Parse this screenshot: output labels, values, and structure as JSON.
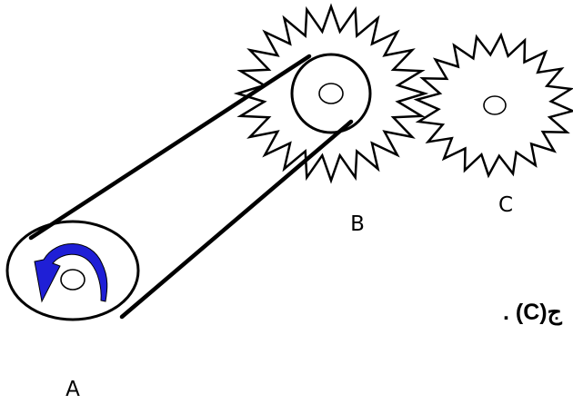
{
  "labels": {
    "pulley_a": "A",
    "gear_b": "B",
    "gear_c": "C"
  },
  "caption_fragment": ". (C)ج",
  "colors": {
    "stroke": "#000000",
    "fill": "#ffffff",
    "rotation_arrow": "#1f1fd6"
  },
  "icons": {
    "rotation": "curved-arrow-counterclockwise"
  }
}
